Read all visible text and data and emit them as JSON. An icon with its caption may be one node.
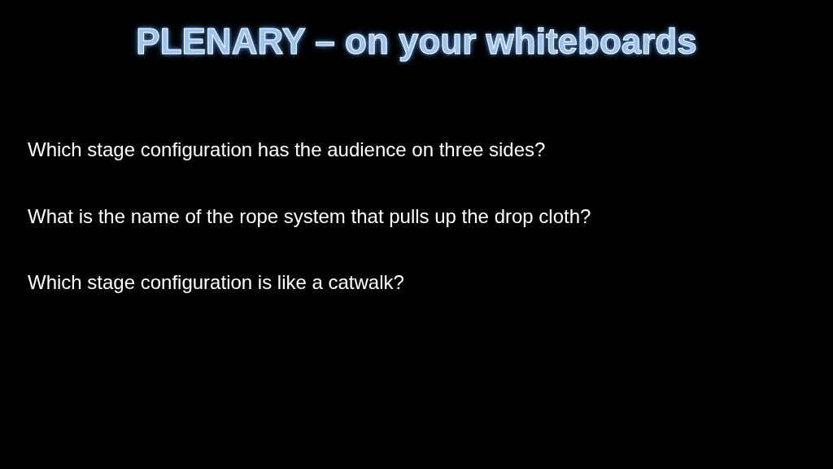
{
  "diagram": {
    "title": "PLENARY – on your whiteboards",
    "labels": [
      "Which stage configuration has the audience on three sides?",
      "What is the name of the rope system that pulls up the drop cloth?",
      "Which stage configuration is like a catwalk?"
    ]
  }
}
